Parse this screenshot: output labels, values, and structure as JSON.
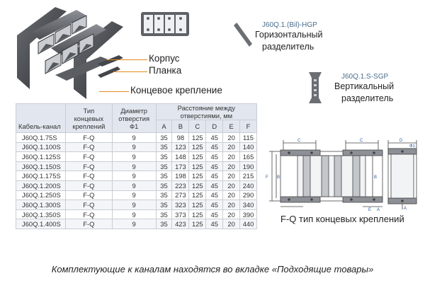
{
  "callouts": {
    "housing": "Корпус",
    "bar": "Планка",
    "end_mount": "Концевое крепление"
  },
  "accessories": {
    "horizontal": {
      "code": "J60Q.1.(Bil)-HGP",
      "name_line1": "Горизонтальный",
      "name_line2": "разделитель"
    },
    "vertical": {
      "code": "J60Q.1.S-SGP",
      "name_line1": "Вертикальный",
      "name_line2": "разделитель"
    }
  },
  "table": {
    "header": {
      "channel": "Кабель-канал",
      "type_line1": "Тип",
      "type_line2": "концевых",
      "type_line3": "креплений",
      "dia_line1": "Диаметр",
      "dia_line2": "отверстия",
      "dia_line3": "Ф1",
      "dist_line1": "Расстояние между",
      "dist_line2": "отверстиями, мм",
      "cols": [
        "A",
        "B",
        "C",
        "D",
        "E",
        "F"
      ]
    },
    "rows": [
      {
        "name": "J60Q.1.75S",
        "type": "F-Q",
        "dia": "9",
        "a": "35",
        "b": "98",
        "c": "125",
        "d": "45",
        "e": "20",
        "f": "115"
      },
      {
        "name": "J60Q.1.100S",
        "type": "F-Q",
        "dia": "9",
        "a": "35",
        "b": "123",
        "c": "125",
        "d": "45",
        "e": "20",
        "f": "140"
      },
      {
        "name": "J60Q.1.125S",
        "type": "F-Q",
        "dia": "9",
        "a": "35",
        "b": "148",
        "c": "125",
        "d": "45",
        "e": "20",
        "f": "165"
      },
      {
        "name": "J60Q.1.150S",
        "type": "F-Q",
        "dia": "9",
        "a": "35",
        "b": "173",
        "c": "125",
        "d": "45",
        "e": "20",
        "f": "190"
      },
      {
        "name": "J60Q.1.175S",
        "type": "F-Q",
        "dia": "9",
        "a": "35",
        "b": "198",
        "c": "125",
        "d": "45",
        "e": "20",
        "f": "215"
      },
      {
        "name": "J60Q.1.200S",
        "type": "F-Q",
        "dia": "9",
        "a": "35",
        "b": "223",
        "c": "125",
        "d": "45",
        "e": "20",
        "f": "240"
      },
      {
        "name": "J60Q.1.250S",
        "type": "F-Q",
        "dia": "9",
        "a": "35",
        "b": "273",
        "c": "125",
        "d": "45",
        "e": "20",
        "f": "290"
      },
      {
        "name": "J60Q.1.300S",
        "type": "F-Q",
        "dia": "9",
        "a": "35",
        "b": "323",
        "c": "125",
        "d": "45",
        "e": "20",
        "f": "340"
      },
      {
        "name": "J60Q.1.350S",
        "type": "F-Q",
        "dia": "9",
        "a": "35",
        "b": "373",
        "c": "125",
        "d": "45",
        "e": "20",
        "f": "390"
      },
      {
        "name": "J60Q.1.400S",
        "type": "F-Q",
        "dia": "9",
        "a": "35",
        "b": "423",
        "c": "125",
        "d": "45",
        "e": "20",
        "f": "440"
      }
    ]
  },
  "drawing": {
    "title": "F-Q тип концевых креплений",
    "labels": {
      "c": "C",
      "d": "D",
      "phi": "Ф1",
      "f": "F",
      "b": "B",
      "e": "E",
      "a": "A"
    }
  },
  "footnote": "Комплектующие к каналам находятся во вкладке «Подходящие товары»"
}
